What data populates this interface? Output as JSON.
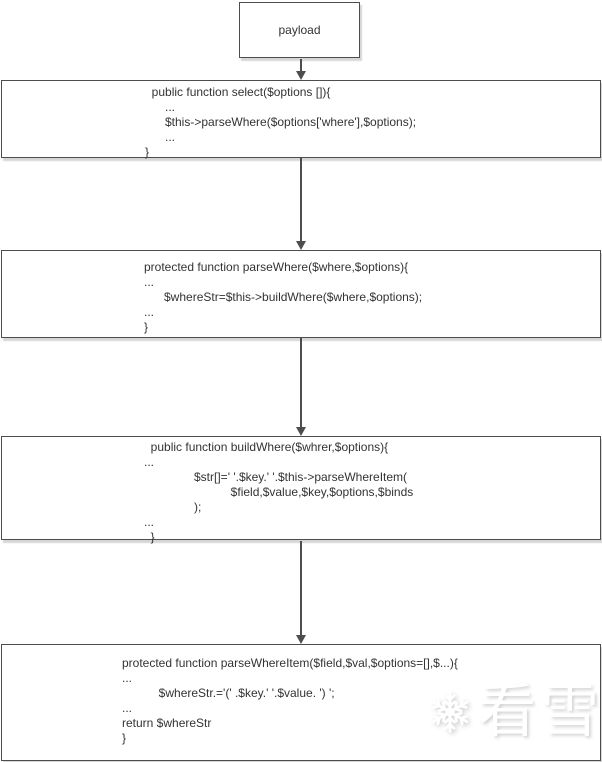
{
  "diagram": {
    "payload_label": "payload",
    "nodes": [
      {
        "code": "  public function select($options []){\n      ...\n      $this->parseWhere($options['where'],$options);\n      ...\n}"
      },
      {
        "code": "protected function parseWhere($where,$options){\n...\n      $whereStr=$this->buildWhere($where,$options);\n...\n}"
      },
      {
        "code": "  public function buildWhere($whrer,$options){\n...\n               $str[]=' '.$key.' '.$this->parseWhereItem(\n                          $field,$value,$key,$options,$binds\n               );\n...\n  }"
      },
      {
        "code": "protected function parseWhereItem($field,$val,$options=[],$...){\n...\n           $whereStr.='(' .$key.' '.$value. ') ';\n...\nreturn $whereStr\n}"
      }
    ]
  },
  "watermark": {
    "icon": "snowflake-icon",
    "text": "看雪"
  },
  "colors": {
    "border": "#4d4d4d",
    "text": "#333333",
    "background": "#ffffff"
  }
}
